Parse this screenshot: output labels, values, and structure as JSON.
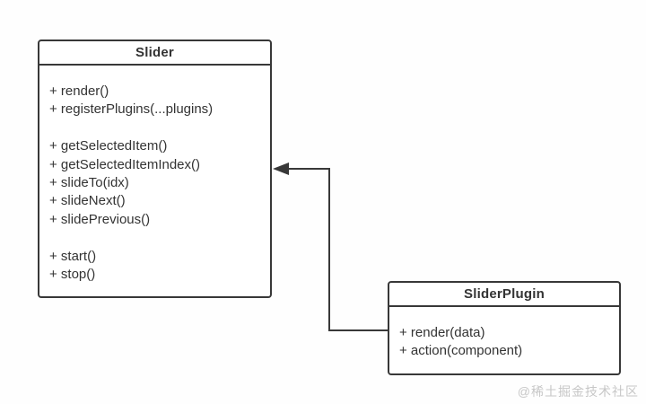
{
  "diagram": {
    "classes": [
      {
        "name": "Slider",
        "method_groups": [
          [
            "+ render()",
            "+ registerPlugins(...plugins)"
          ],
          [
            "+ getSelectedItem()",
            "+ getSelectedItemIndex()",
            "+ slideTo(idx)",
            "+ slideNext()",
            "+ slidePrevious()"
          ],
          [
            "+ start()",
            "+ stop()"
          ]
        ]
      },
      {
        "name": "SliderPlugin",
        "method_groups": [
          [
            "+ render(data)",
            "+ action(component)"
          ]
        ]
      }
    ],
    "connector": {
      "from": "SliderPlugin",
      "to": "Slider",
      "style": "solid-line-filled-arrowhead"
    }
  },
  "colors": {
    "line": "#383838",
    "background": "#ffffff",
    "watermark": "#c7c7c7"
  },
  "watermark": "@稀土掘金技术社区"
}
